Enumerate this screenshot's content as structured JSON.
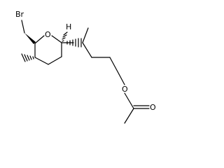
{
  "molecule": {
    "atoms": {
      "bromine": "Br",
      "ring_oxygen": "O",
      "ring_hydrogen": "H",
      "ester_oxygen": "O",
      "carbonyl_oxygen": "O"
    }
  }
}
